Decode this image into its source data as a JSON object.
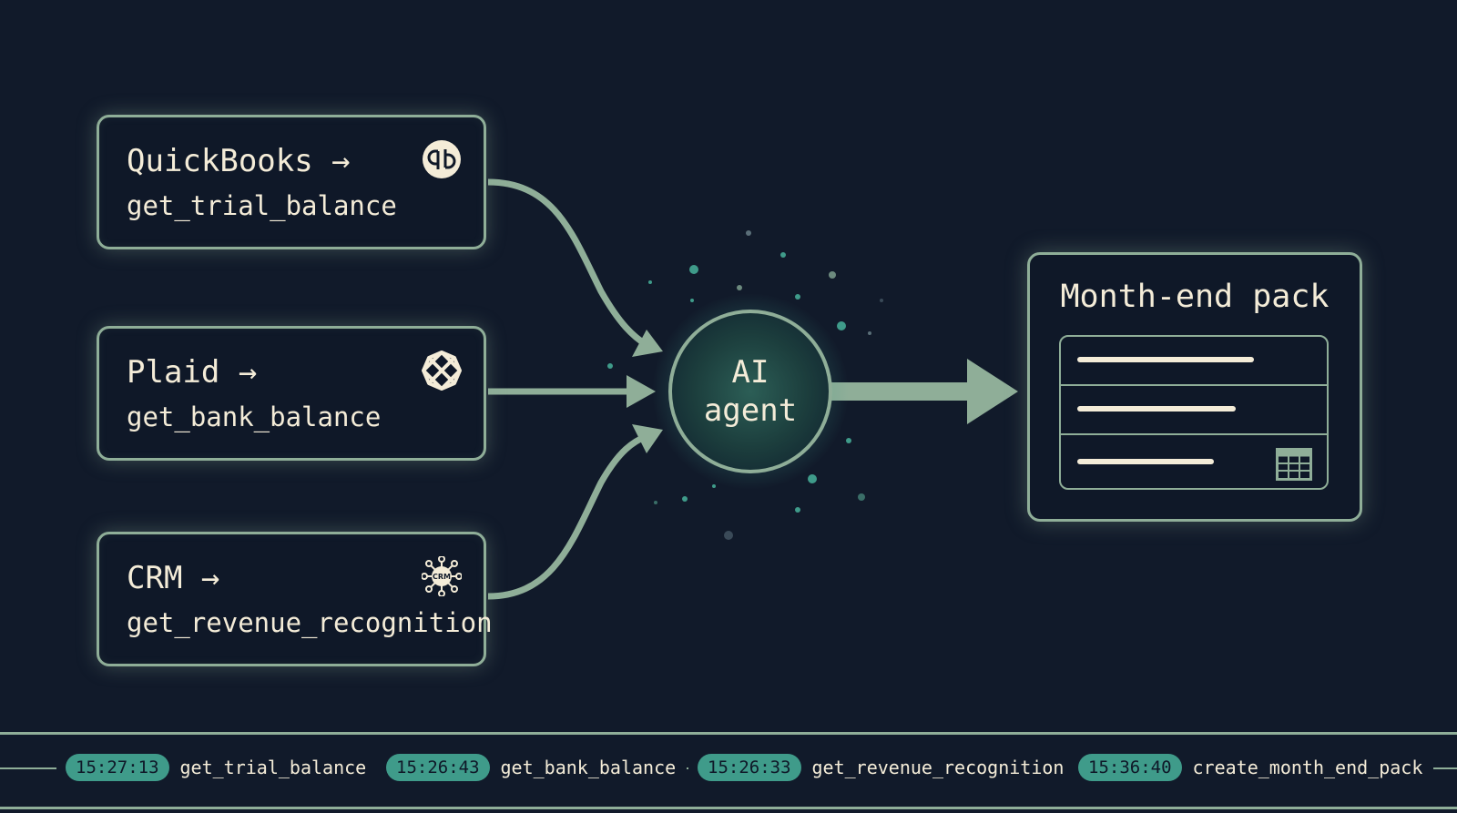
{
  "tools": [
    {
      "name": "QuickBooks →",
      "function": "get_trial_balance",
      "icon": "quickbooks-icon"
    },
    {
      "name": "Plaid →",
      "function": "get_bank_balance",
      "icon": "plaid-icon"
    },
    {
      "name": "CRM →",
      "function": "get_revenue_recognition",
      "icon": "crm-icon",
      "icon_text": "CRM"
    }
  ],
  "agent": {
    "line1": "AI",
    "line2": "agent"
  },
  "output": {
    "title": "Month-end pack",
    "icon": "table-icon"
  },
  "timeline": [
    {
      "time": "15:27:13",
      "label": "get_trial_balance"
    },
    {
      "time": "15:26:43",
      "label": "get_bank_balance"
    },
    {
      "time": "15:26:33",
      "label": "get_revenue_recognition"
    },
    {
      "time": "15:36:40",
      "label": "create_month_end_pack"
    }
  ],
  "colors": {
    "background": "#111a2a",
    "accent": "#8fae98",
    "text": "#f4ecd8",
    "badge": "#3f9b8a"
  }
}
